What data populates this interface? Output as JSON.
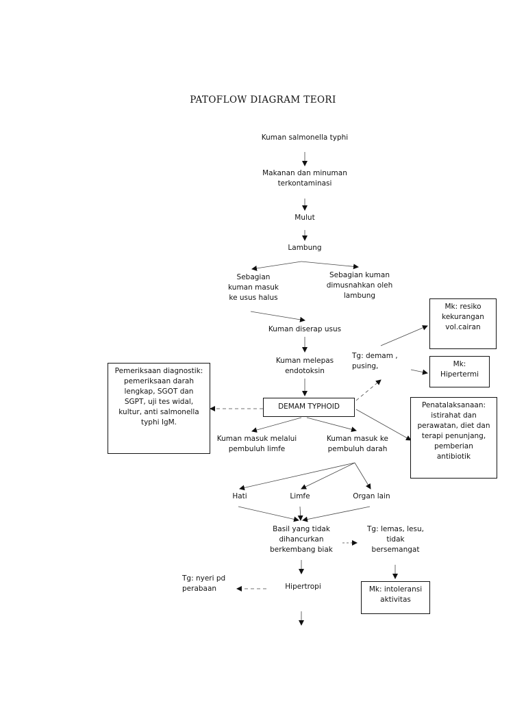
{
  "title": "PATOFLOW DIAGRAM TEORI",
  "nodes": {
    "kuman": "Kuman salmonella typhi",
    "makanan": "Makanan dan minuman\nterkontaminasi",
    "mulut": "Mulut",
    "lambung": "Lambung",
    "sebagian_masuk": "Sebagian\nkuman masuk\nke usus halus",
    "sebagian_musnah": "Sebagian kuman\ndimusnahkan oleh\nlambung",
    "diserap": "Kuman diserap usus",
    "melepas": "Kuman melepas\nendotoksin",
    "demam_typhoid": "DEMAM TYPHOID",
    "limfe_masuk": "Kuman masuk melalui\npembuluh limfe",
    "darah_masuk": "Kuman masuk ke\npembuluh darah",
    "hati": "Hati",
    "limfe": "Limfe",
    "organ_lain": "Organ lain",
    "basil": "Basil yang tidak\ndihancurkan\nberkembang biak",
    "hipertropi": "Hipertropi",
    "tg_demam": "Tg: demam ,\npusing,",
    "tg_lemas": "Tg: lemas, lesu,\ntidak\nbersemangat",
    "tg_nyeri": "Tg: nyeri pd\nperabaan"
  },
  "boxes": {
    "pemeriksaan": "Pemeriksaan diagnostik:\npemeriksaan darah\nlengkap, SGOT dan\nSGPT, uji tes widal,\nkultur, anti salmonella\ntyphi IgM.",
    "mk_resiko": "Mk: resiko\nkekurangan\nvol.cairan",
    "mk_hipertermi": "Mk:\nHipertermi",
    "penatalaksanaan": "Penatalaksanaan:\nistirahat dan\nperawatan, diet dan\nterapi penunjang,\npemberian\nantibiotik",
    "mk_intoleransi": "Mk: intoleransi\naktivitas"
  }
}
